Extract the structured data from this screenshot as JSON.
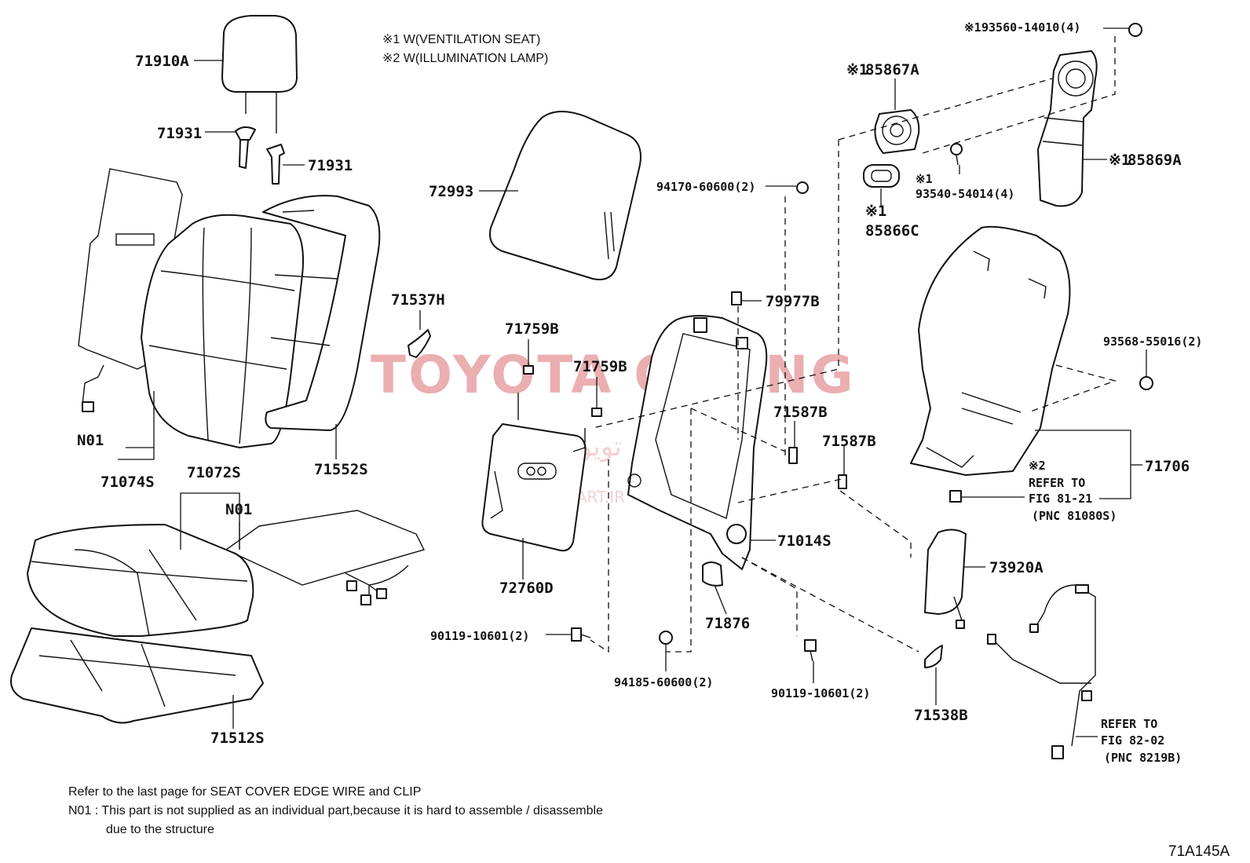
{
  "legend": {
    "line1": "※1  W(VENTILATION  SEAT)",
    "line2": "※2  W(ILLUMINATION  LAMP)"
  },
  "watermark": {
    "brand": "TOYOTA ORANG",
    "arabic": "تویوتا اورنگ",
    "url": "TOYOTAPART.IR"
  },
  "labels": {
    "p71910A": "71910A",
    "p71931a": "71931",
    "p71931b": "71931",
    "p72993": "72993",
    "p94170": "94170-60600(2)",
    "p79977B": "79977B",
    "p71537H": "71537H",
    "p71759Ba": "71759B",
    "p71759Bb": "71759B",
    "n01a": "N01",
    "p71074S": "71074S",
    "p71552S": "71552S",
    "p71072S": "71072S",
    "n01b": "N01",
    "p71512S": "71512S",
    "p72760D": "72760D",
    "p90119a": "90119-10601(2)",
    "p94185": "94185-60600(2)",
    "p71876": "71876",
    "p71014S": "71014S",
    "p90119b": "90119-10601(2)",
    "p71587Ba": "71587B",
    "p71587Bb": "71587B",
    "p93560_mark": "※1",
    "p93560": "93560-14010(4)",
    "p85867A_mark": "※1",
    "p85867A": "85867A",
    "p93540_mark": "※1",
    "p93540": "93540-54014(4)",
    "p85866C_mark": "※1",
    "p85866C": "85866C",
    "p85869A_mark": "※1",
    "p85869A": "85869A",
    "p93568": "93568-55016(2)",
    "refer1_mark": "※2",
    "refer1_l1": "REFER TO",
    "refer1_l2": "FIG 81-21",
    "refer1_l3": "(PNC 81080S)",
    "p71706": "71706",
    "p73920A": "73920A",
    "p71538B": "71538B",
    "refer2_l1": "REFER TO",
    "refer2_l2": "FIG 82-02",
    "refer2_l3": "(PNC 8219B)"
  },
  "footer": {
    "line1": "Refer to the last page for SEAT COVER EDGE WIRE and CLIP",
    "line2": "N01 : This part is not supplied as an individual part,because it is hard to assemble / disassemble",
    "line3": "due to the structure",
    "code": "71A145A"
  }
}
